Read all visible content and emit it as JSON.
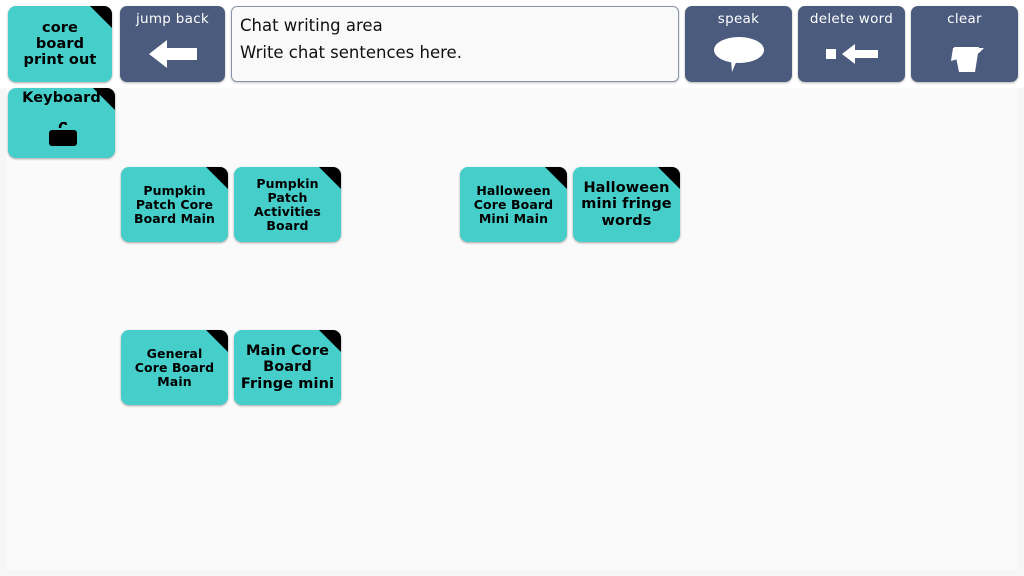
{
  "header": {
    "print_tile": {
      "label": "core\nboard\nprint out",
      "icon": "none",
      "color": "#45ceca"
    },
    "jump_back": {
      "label": "jump back",
      "icon": "left-arrow-icon"
    },
    "chat": {
      "line1": "Chat writing area",
      "line2": "Write chat sentences here.",
      "value": "Chat writing area\nWrite chat sentences here.",
      "placeholder": "Write chat sentences here."
    },
    "speak": {
      "label": "speak",
      "icon": "speech-bubble-icon"
    },
    "delete_word": {
      "label": "delete word",
      "icon": "backspace-icon"
    },
    "clear": {
      "label": "clear",
      "icon": "trash-icon"
    }
  },
  "keyboard_tile": {
    "label": "Keyboard",
    "icon": "keyboard-icon"
  },
  "colors": {
    "tile_teal": "#45ceca",
    "slate_blue": "#4b5b7d",
    "fold_black": "#000000",
    "board_bg": "#fafafa",
    "page_bg": "#f6f6f6"
  },
  "board_tiles": [
    {
      "label": "Pumpkin\nPatch Core\nBoard Main",
      "font_size": 12.5,
      "row": 1,
      "col": 1
    },
    {
      "label": "Pumpkin\nPatch\nActivities\nBoard",
      "font_size": 12.5,
      "row": 1,
      "col": 2
    },
    {
      "label": "Halloween\nCore Board\nMini Main",
      "font_size": 12.5,
      "row": 1,
      "col": 4
    },
    {
      "label": "Halloween\nmini fringe\nwords",
      "font_size": 14.5,
      "row": 1,
      "col": 5
    },
    {
      "label": "General\nCore Board\nMain",
      "font_size": 12.5,
      "row": 2,
      "col": 1
    },
    {
      "label": "Main Core\nBoard\nFringe mini",
      "font_size": 14.5,
      "row": 2,
      "col": 2
    }
  ]
}
